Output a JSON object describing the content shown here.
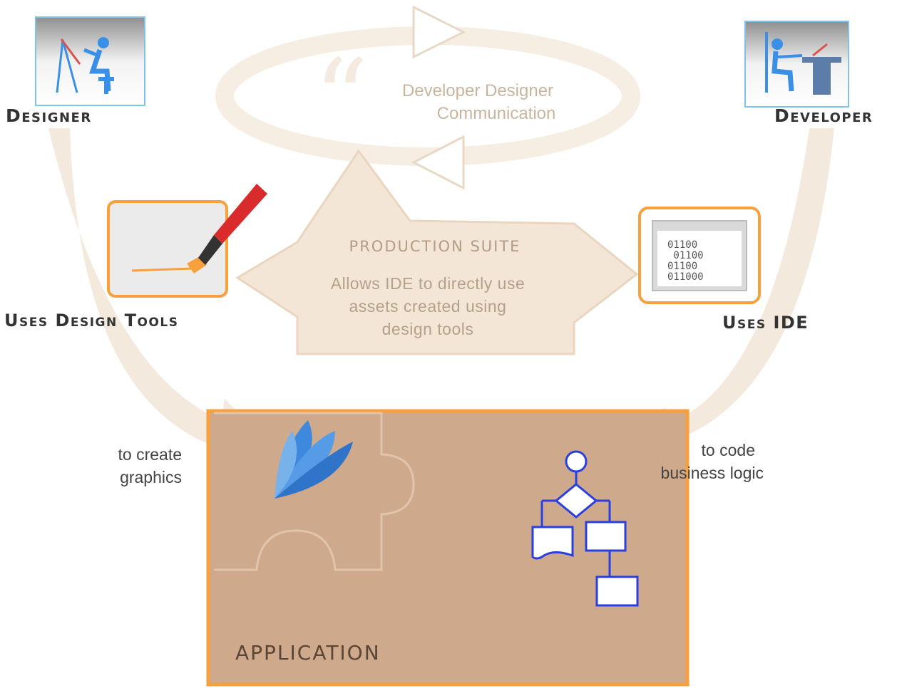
{
  "communication": {
    "line1": "Developer Designer",
    "line2": "Communication"
  },
  "roles": {
    "designer": "Designer",
    "developer": "Developer"
  },
  "tools": {
    "design_tools": "Uses Design Tools",
    "ide": "Uses IDE"
  },
  "suite": {
    "title": "PRODUCTION SUITE",
    "line1": "Allows IDE to directly use",
    "line2": "assets created using",
    "line3": "design tools"
  },
  "designer_action": {
    "line1": "to create",
    "line2": "graphics"
  },
  "developer_action": {
    "line1": "to code",
    "line2": "business logic"
  },
  "application": {
    "label": "APPLICATION"
  },
  "ide_code": [
    "01100",
    " 01100",
    "01100",
    "011000"
  ],
  "colors": {
    "accent_orange": "#f7a03c",
    "app_fill": "#cfa98b",
    "faded_beige": "#f3e7d9",
    "flowchart_blue": "#2a3fe0",
    "petal_blue": "#3a8fe6"
  }
}
